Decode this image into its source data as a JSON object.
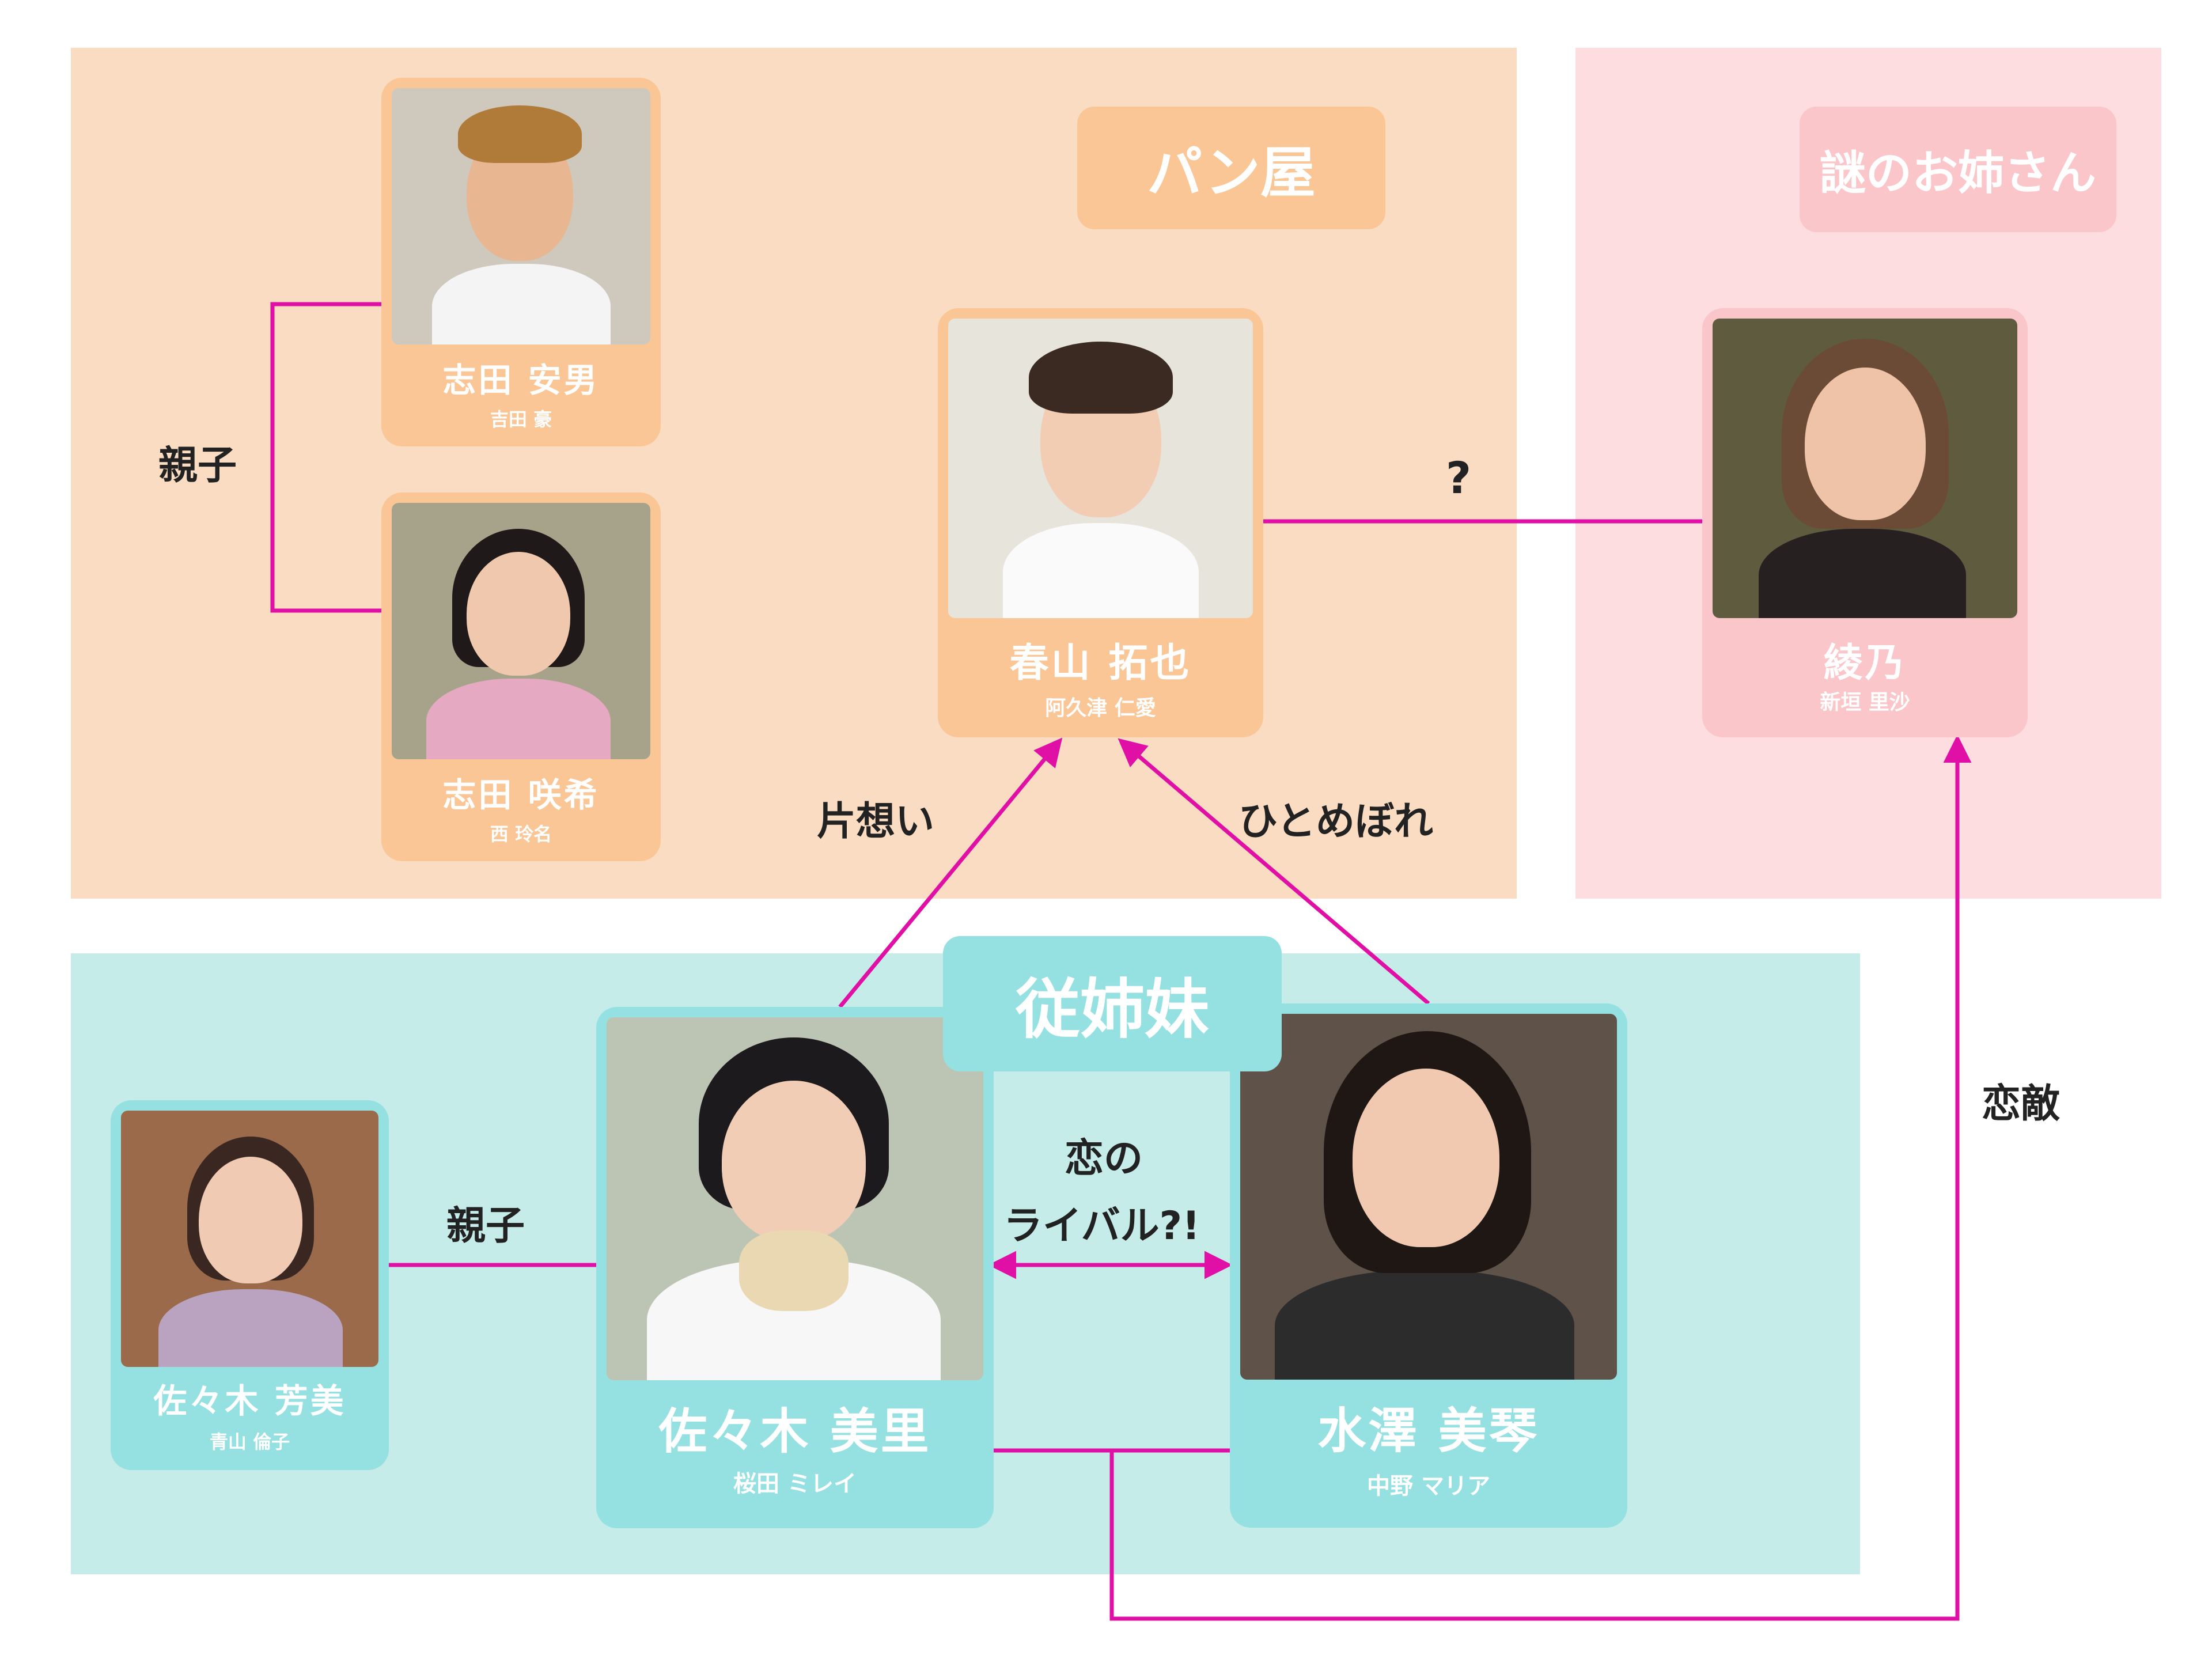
{
  "colors": {
    "bakery_bg": "#f9dcc1",
    "bakery_card": "#fbc695",
    "bakery_tag": "#fbc695",
    "mystery_bg": "#fddddf",
    "mystery_card": "#fbc6c9",
    "mystery_tag": "#fbc6c9",
    "cousins_bg": "#c6ecea",
    "cousins_card": "#95e0e1",
    "cousins_tag": "#95e0e1",
    "line": "#e00fa6"
  },
  "groups": {
    "bakery": {
      "label": "パン屋"
    },
    "mystery": {
      "label": "謎のお姉さん"
    },
    "cousins": {
      "label": "従姉妹"
    }
  },
  "characters": {
    "yasuo": {
      "name": "志田 安男",
      "actor": "吉田 豪"
    },
    "saki": {
      "name": "志田 咲希",
      "actor": "西 玲名"
    },
    "takuya": {
      "name": "春山 拓也",
      "actor": "阿久津 仁愛"
    },
    "ayano": {
      "name": "綾乃",
      "actor": "新垣 里沙"
    },
    "yoshimi": {
      "name": "佐々木 芳美",
      "actor": "青山 倫子"
    },
    "misato": {
      "name": "佐々木 美里",
      "actor": "桜田 ミレイ"
    },
    "mikoto": {
      "name": "水澤 美琴",
      "actor": "中野 マリア"
    }
  },
  "relations": {
    "shida_parent_child": "親子",
    "sasaki_parent_child": "親子",
    "unknown": "?",
    "one_sided_love": "片想い",
    "love_at_first_sight": "ひとめぼれ",
    "rivals_line1": "恋の",
    "rivals_line2": "ライバル?!",
    "love_rival": "恋敵"
  }
}
